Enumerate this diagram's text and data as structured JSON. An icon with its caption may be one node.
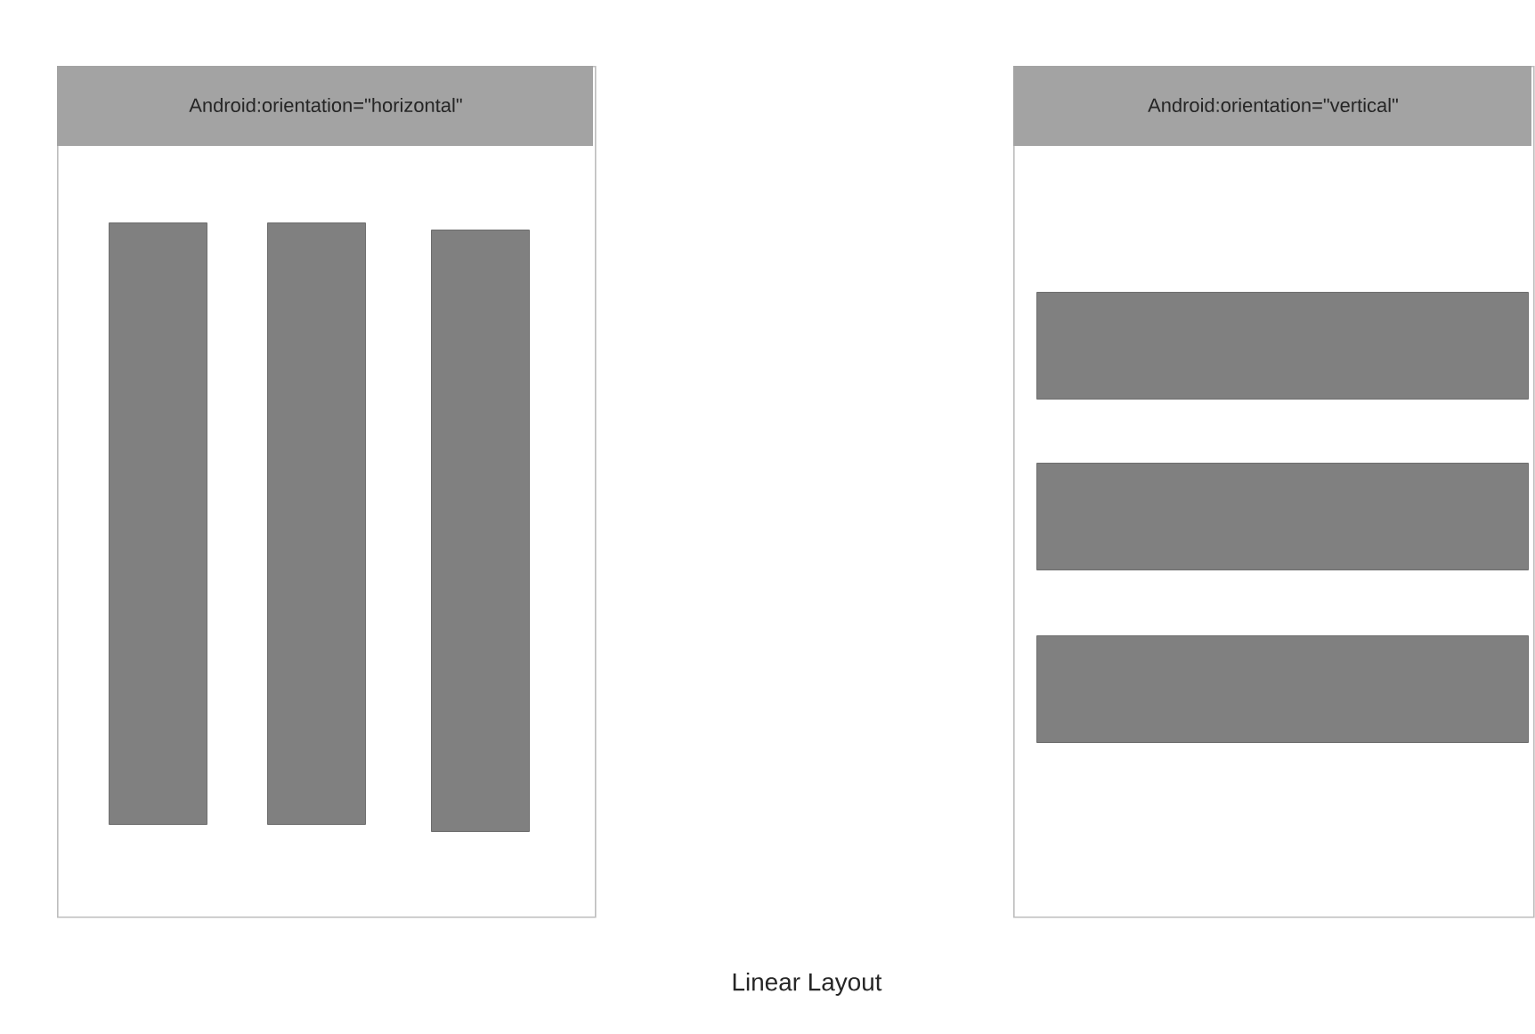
{
  "diagram": {
    "caption": "Linear Layout",
    "nodes": [
      {
        "text": [
          "Android:orientation=\"horizontal\""
        ]
      },
      {
        "text": [],
        "shape": "bar",
        "in": 0
      },
      {
        "text": [],
        "shape": "bar",
        "in": 0
      },
      {
        "text": [],
        "shape": "bar",
        "in": 0
      },
      {
        "text": [
          "Android:orientation=\"vertical\""
        ]
      },
      {
        "text": [],
        "shape": "bar",
        "in": 4
      },
      {
        "text": [],
        "shape": "bar",
        "in": 4
      },
      {
        "text": [],
        "shape": "bar",
        "in": 4
      }
    ]
  }
}
